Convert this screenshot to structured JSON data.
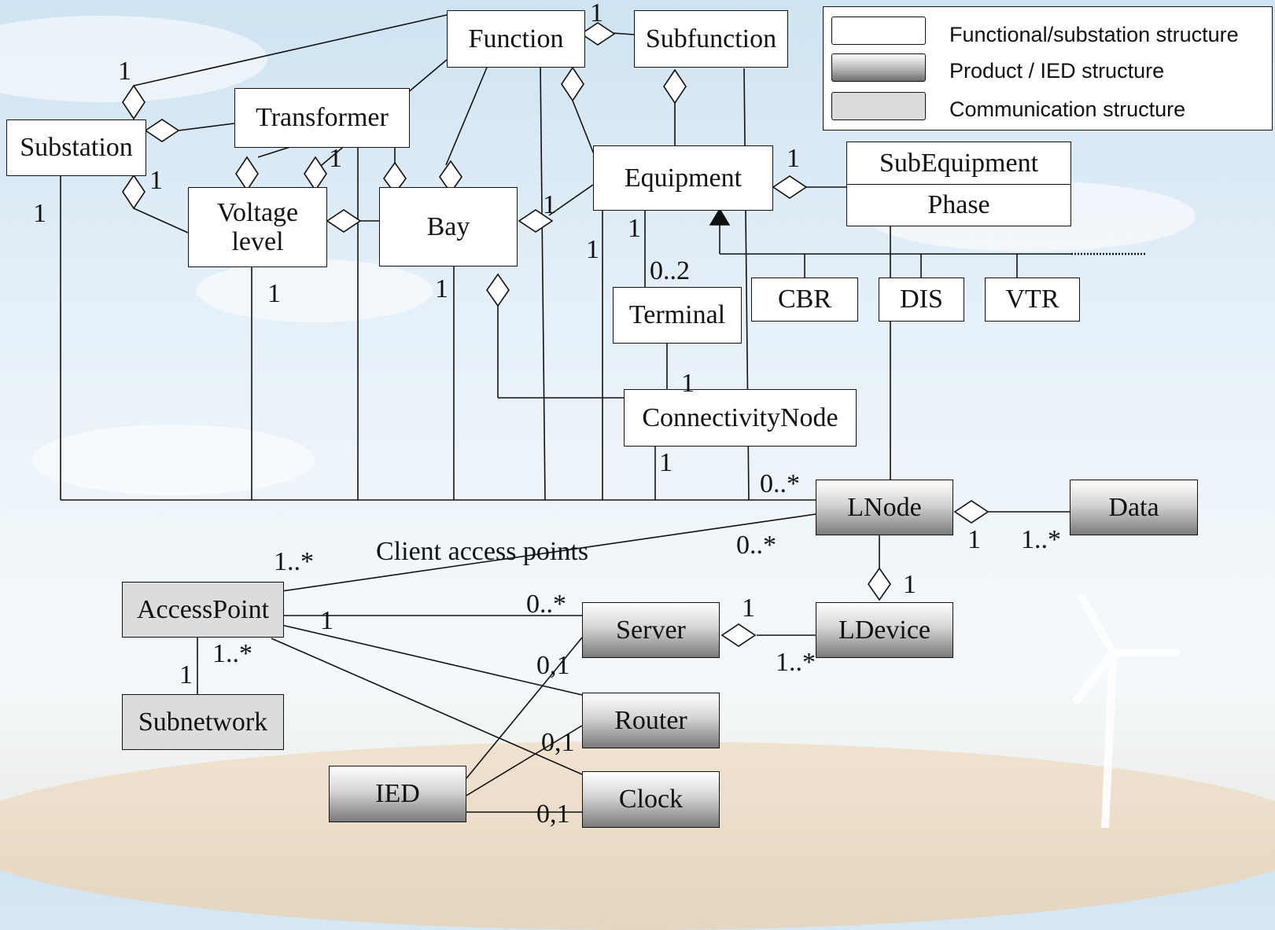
{
  "legend": {
    "items": [
      {
        "label": "Functional/substation structure",
        "style": "plain",
        "color": "#ffffff"
      },
      {
        "label": "Product / IED structure",
        "style": "gradient",
        "color": "#8a8a8a"
      },
      {
        "label": "Communication structure",
        "style": "light-gray",
        "color": "#dcdcdc"
      }
    ]
  },
  "boxes": {
    "function": "Function",
    "subfunction": "Subfunction",
    "transformer": "Transformer",
    "substation": "Substation",
    "voltage_level": "Voltage\nlevel",
    "bay": "Bay",
    "equipment": "Equipment",
    "subequipment": "SubEquipment",
    "phase": "Phase",
    "cbr": "CBR",
    "dis": "DIS",
    "vtr": "VTR",
    "terminal": "Terminal",
    "connectivity_node": "ConnectivityNode",
    "lnode": "LNode",
    "data": "Data",
    "ldevice": "LDevice",
    "server": "Server",
    "router": "Router",
    "clock": "Clock",
    "ied": "IED",
    "access_point": "AccessPoint",
    "subnetwork": "Subnetwork"
  },
  "annotations": {
    "client_access_points": "Client access points"
  },
  "multiplicities": {
    "function_subfunction": "1",
    "substation_function": "1",
    "substation_bottom": "1",
    "substation_voltage": "1",
    "transformer_voltage": "1",
    "bay_equipment": "1",
    "equipment_subequipment": "1",
    "equipment_terminal": "1",
    "equipment_bottom": "1",
    "terminal_range": "0..2",
    "voltage_bottom": "1",
    "bay_bottom": "1",
    "terminal_cn": "1",
    "cn_bottom": "1",
    "lnode_top": "0..*",
    "lnode_left": "0..*",
    "lnode_data_left": "1",
    "lnode_data_right": "1..*",
    "lnode_ldevice": "1",
    "ap_lnode": "1..*",
    "ap_server_left": "1",
    "ap_server_right": "0..*",
    "ap_subnet_top": "1..*",
    "ap_subnet_bottom": "1",
    "server_ldevice_top": "1",
    "server_ldevice_bottom": "1..*",
    "ied_server": "0,1",
    "ied_router": "0,1",
    "ied_clock": "0,1"
  }
}
